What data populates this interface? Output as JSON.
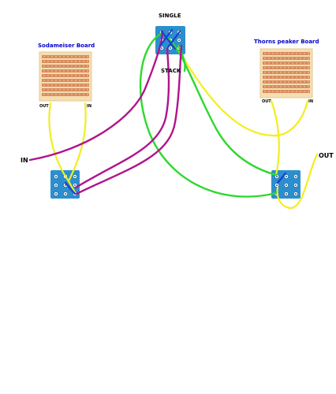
{
  "labels": {
    "single": "SINGLE",
    "stack": "STACK",
    "board_left": "Sodameiser Board",
    "board_right": "Thorns peaker Board",
    "left_out": "OUT",
    "left_in": "IN",
    "right_out": "OUT",
    "right_in": "IN",
    "main_in": "IN",
    "main_out": "OUT"
  },
  "colors": {
    "board_title": "#0000cc",
    "switch_body": "#2b8fcf",
    "board_bg": "#f5deb3",
    "board_strip": "#d98a5c",
    "wire_yellow": "#f2ee1d",
    "wire_green": "#2fd82f",
    "wire_purple": "#b0148c",
    "wire_blue": "#1a3fd0"
  }
}
